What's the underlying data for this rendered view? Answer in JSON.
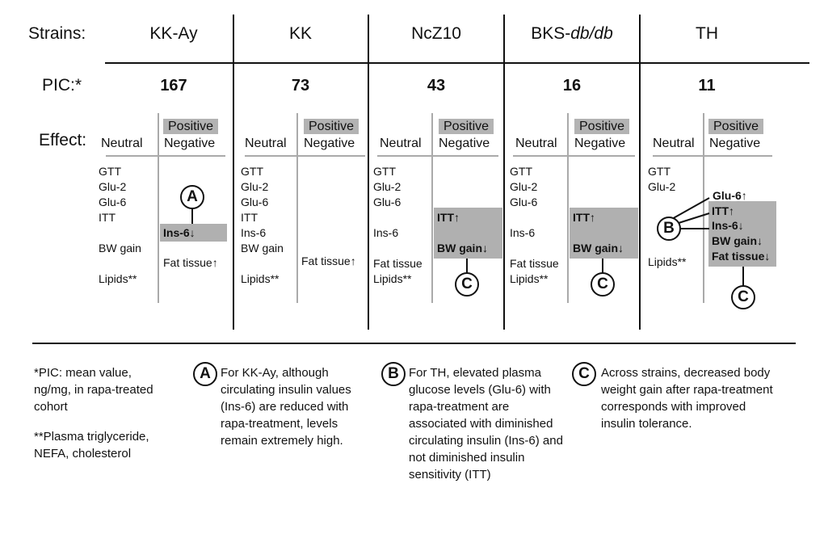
{
  "strains_label": "Strains:",
  "pic_label": "PIC:*",
  "effect_label": "Effect:",
  "col_headers": {
    "neutral": "Neutral",
    "positive": "Positive",
    "negative": "Negative"
  },
  "strains": [
    {
      "name": "KK-Ay",
      "pic": "167",
      "neutral": [
        "GTT",
        "Glu-2",
        "Glu-6",
        "ITT",
        "BW gain",
        "Lipids**"
      ],
      "effects": [
        "Ins-6↓",
        "Fat tissue↑"
      ]
    },
    {
      "name": "KK",
      "pic": "73",
      "neutral": [
        "GTT",
        "Glu-2",
        "Glu-6",
        "ITT",
        "Ins-6",
        "BW gain",
        "Lipids**"
      ],
      "effects": [
        "Fat tissue↑"
      ]
    },
    {
      "name": "NcZ10",
      "pic": "43",
      "neutral": [
        "GTT",
        "Glu-2",
        "Glu-6",
        "Ins-6",
        "Fat tissue",
        "Lipids**"
      ],
      "effects": [
        "ITT↑",
        "BW gain↓"
      ]
    },
    {
      "name_prefix": "BKS-",
      "name_italic": "db/db",
      "pic": "16",
      "neutral": [
        "GTT",
        "Glu-2",
        "Glu-6",
        "Ins-6",
        "Fat tissue",
        "Lipids**"
      ],
      "effects": [
        "ITT↑",
        "BW gain↓"
      ]
    },
    {
      "name": "TH",
      "pic": "11",
      "neutral": [
        "GTT",
        "Glu-2",
        "Lipids**"
      ],
      "effects": [
        "Glu-6↑",
        "ITT↑",
        "Ins-6↓",
        "BW gain↓",
        "Fat tissue↓"
      ]
    }
  ],
  "markers": {
    "a": "A",
    "b": "B",
    "c": "C"
  },
  "notes": {
    "pic": "*PIC: mean value, ng/mg, in rapa-treated cohort",
    "lipids": "**Plasma triglyceride, NEFA, cholesterol",
    "a": "For KK-Ay, although circulating insulin values (Ins-6) are reduced with rapa-treatment, levels remain extremely high.",
    "b": "For TH, elevated plasma glucose levels (Glu-6) with rapa-treatment are associated with diminished circulating insulin (Ins-6) and not diminished insulin sensitivity (ITT)",
    "c": "Across strains, decreased body weight gain after rapa-treatment corresponds with improved insulin tolerance."
  }
}
